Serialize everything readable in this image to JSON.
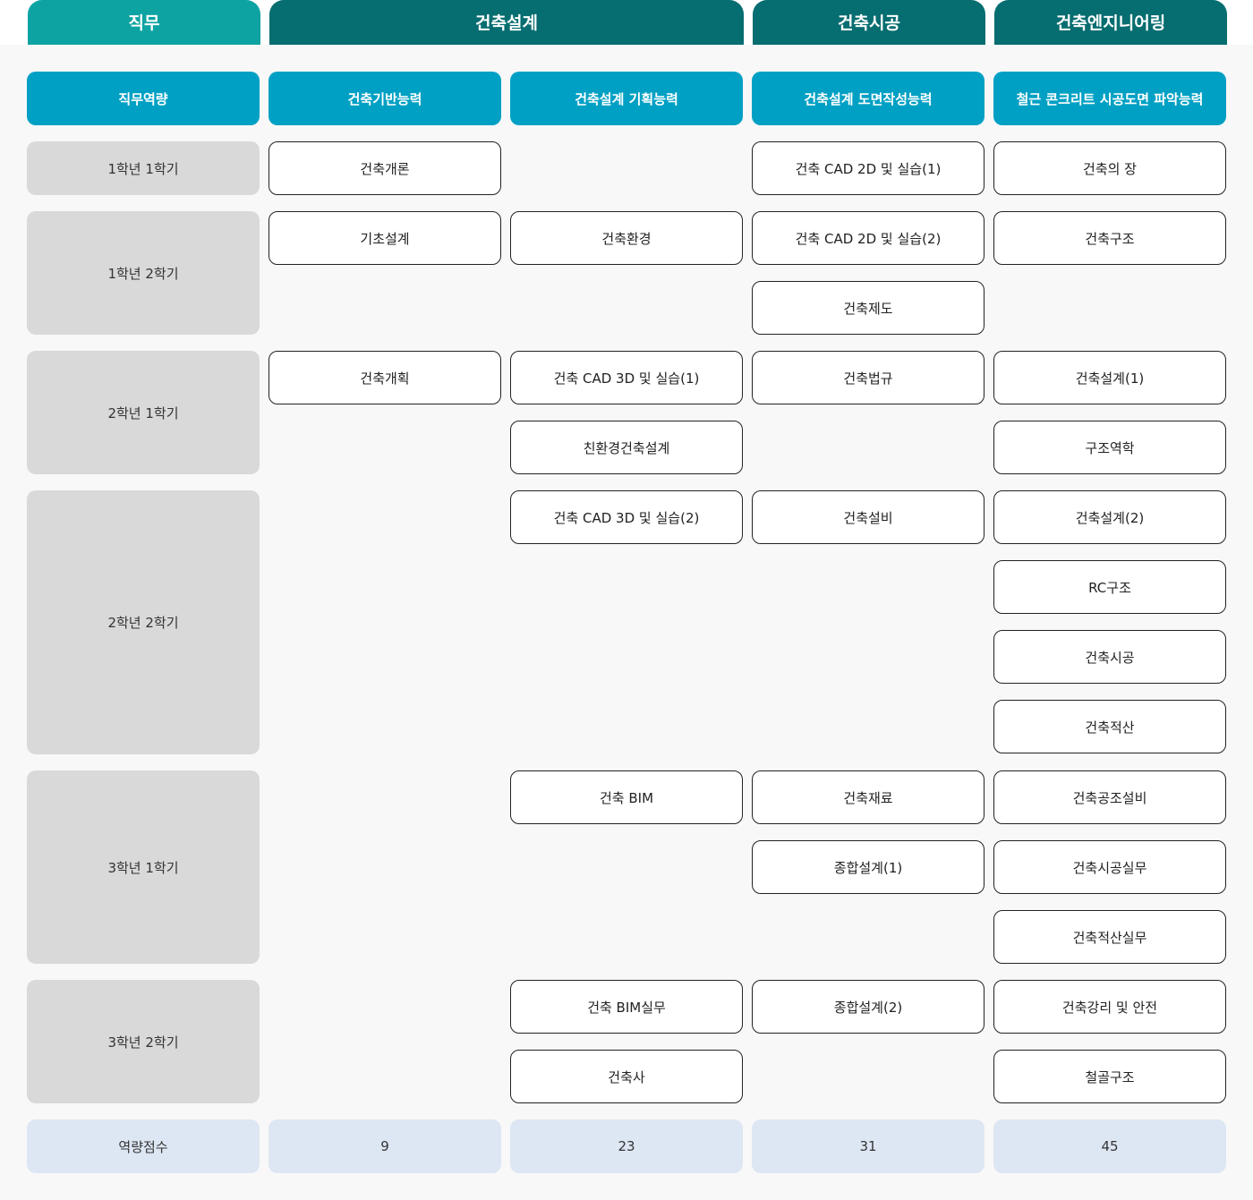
{
  "header": {
    "job_label": "직무",
    "jobs": [
      "건축설계",
      "건축시공",
      "건축엔지니어링"
    ]
  },
  "competency": {
    "row_label": "직무역량",
    "items": [
      "건축기반능력",
      "건축설계 기획능력",
      "건축설계 도면작성능력",
      "철근 콘크리트 시공도면 파악능력"
    ]
  },
  "semesters": [
    {
      "label": "1학년 1학기",
      "courses": [
        [
          "건축개론"
        ],
        [],
        [
          "건축 CAD 2D 및 실습(1)"
        ],
        [
          "건축의 장"
        ]
      ]
    },
    {
      "label": "1학년 2학기",
      "courses": [
        [
          "기초설계"
        ],
        [
          "건축환경"
        ],
        [
          "건축 CAD 2D 및 실습(2)",
          "건축제도"
        ],
        [
          "건축구조"
        ]
      ]
    },
    {
      "label": "2학년 1학기",
      "courses": [
        [
          "건축개획"
        ],
        [
          "건축 CAD 3D 및 실습(1)",
          "친환경건축설계"
        ],
        [
          "건축법규"
        ],
        [
          "건축설계(1)",
          "구조역학"
        ]
      ]
    },
    {
      "label": "2학년 2학기",
      "courses": [
        [],
        [
          "건축 CAD 3D 및 실습(2)"
        ],
        [
          "건축설비"
        ],
        [
          "건축설계(2)",
          "RC구조",
          "건축시공",
          "건축적산"
        ]
      ]
    },
    {
      "label": "3학년 1학기",
      "courses": [
        [],
        [
          "건축 BIM"
        ],
        [
          "건축재료",
          "종합설계(1)"
        ],
        [
          "건축공조설비",
          "건축시공실무",
          "건축적산실무"
        ]
      ]
    },
    {
      "label": "3학년 2학기",
      "courses": [
        [],
        [
          "건축 BIM실무",
          "건축사"
        ],
        [
          "종합설계(2)"
        ],
        [
          "건축강리 및 안전",
          "철골구조"
        ]
      ]
    }
  ],
  "scores": {
    "row_label": "역량점수",
    "values": [
      "9",
      "23",
      "31",
      "45"
    ]
  },
  "colors": {
    "job_tab_light": "#0ea3a3",
    "job_tab_dark": "#066d70",
    "competency": "#00a0c4",
    "semester": "#d9d9d9",
    "score": "#dde6f3"
  }
}
